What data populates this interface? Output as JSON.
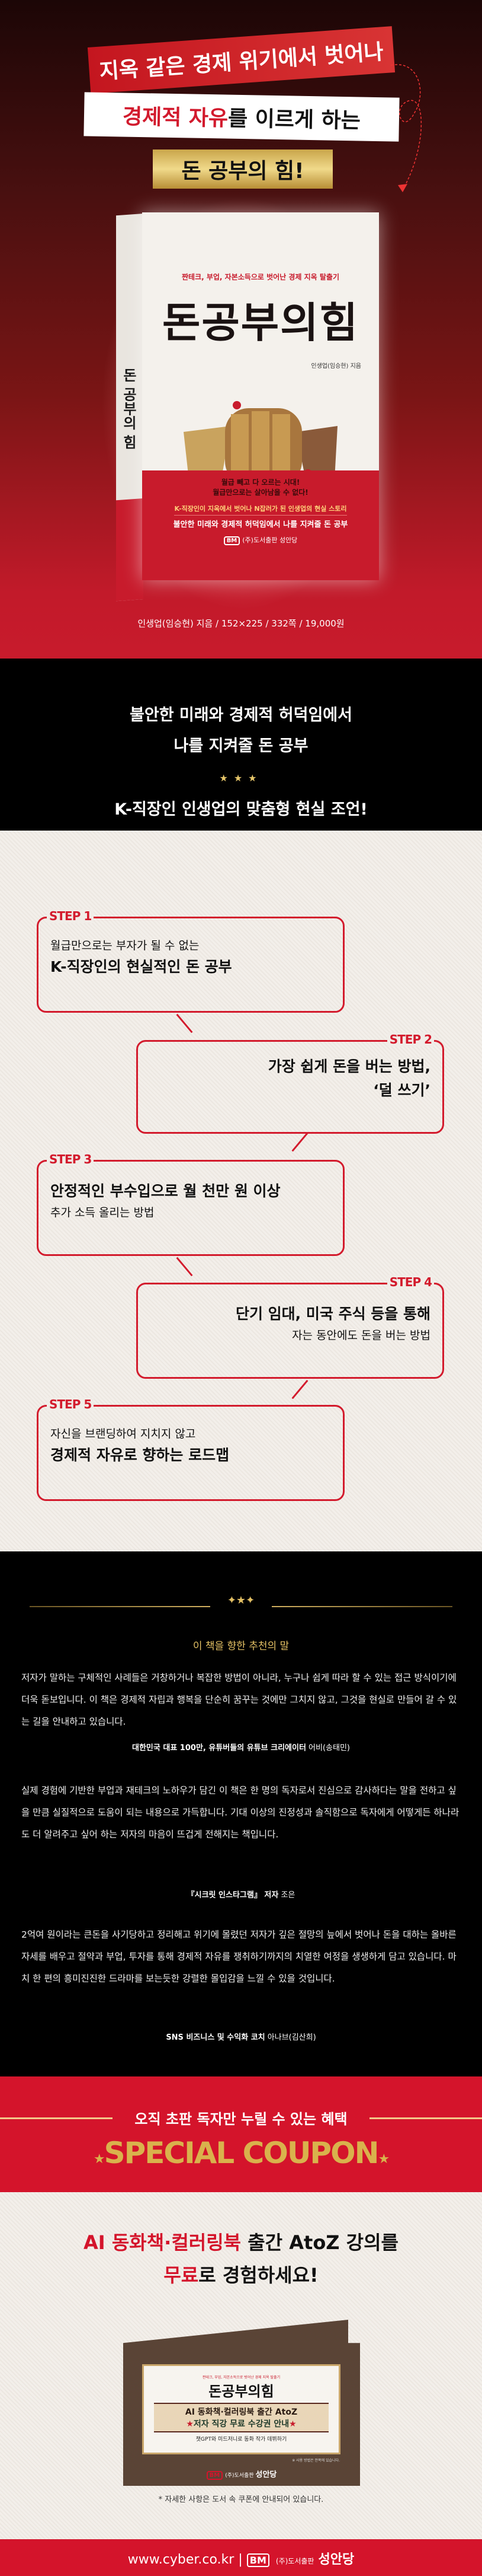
{
  "hero": {
    "banner1": "지옥 같은 경제 위기에서 벗어나",
    "banner2_red": "경제적 자유",
    "banner2_rest": "를 이르게 하는",
    "banner3": "돈 공부의 힘!",
    "book": {
      "tagline": "짠테크, 부업, 자본소득으로 벗어난 경제 지옥 탈출기",
      "title": "돈공부의힘",
      "spine_title": "돈 공부의 힘",
      "author": "인생업(임승현) 지음",
      "red_line1": "월급 빼고 다 오르는 시대!",
      "red_line2": "월급만으로는 살아남을 수 없다!",
      "red_line3": "K-직장인이 지옥에서 벗어나 N잡러가 된 인생업의 현실 스토리",
      "red_line4": "불안한 미래와 경제적 허덕임에서 나를 지켜줄 돈 공부",
      "publisher_logo": "BM",
      "publisher": "(주)도서출판 성안당"
    },
    "info": "인생업(임승현) 지음 / 152×225 / 332쪽 / 19,000원"
  },
  "intro": {
    "line1": "불안한 미래와 경제적 허덕임에서",
    "line2": "나를 지켜줄 돈 공부",
    "stars": "★★★",
    "line3": "K-직장인 인생업의 맞춤형 현실 조언!"
  },
  "steps": [
    {
      "label": "STEP 1",
      "line_a": "월급만으로는 부자가 될 수 없는",
      "line_b": "K-직장인의 현실적인 돈 공부"
    },
    {
      "label": "STEP 2",
      "line_b": "가장 쉽게 돈을 버는 방법,",
      "line_b2": "‘덜 쓰기’"
    },
    {
      "label": "STEP 3",
      "line_b": "안정적인 부수입으로 월 천만 원 이상",
      "line_a": "추가 소득 올리는 방법"
    },
    {
      "label": "STEP 4",
      "line_b": "단기 임대, 미국 주식 등을 통해",
      "line_a": "자는 동안에도 돈을 버는 방법"
    },
    {
      "label": "STEP 5",
      "line_a": "자신을 브랜딩하여 지치지 않고",
      "line_b": "경제적 자유로 향하는 로드맵"
    }
  ],
  "recommendations": {
    "title": "이 책을 향한 추천의 말",
    "items": [
      {
        "text": "저자가 말하는 구체적인 사례들은 거창하거나 복잡한 방법이 아니라, 누구나 쉽게 따라 할 수 있는 접근 방식이기에 더욱 돋보입니다. 이 책은 경제적 자립과 행복을 단순히 꿈꾸는 것에만 그치지 않고, 그것을 현실로 만들어 갈 수 있는 길을 안내하고 있습니다.",
        "role": "대한민국 대표 100만, 유튜버들의 유튜브 크리에이터",
        "name": "어비(송태민)"
      },
      {
        "text": "실제 경험에 기반한 부업과 재테크의 노하우가 담긴 이 책은 한 명의 독자로서 진심으로 감사하다는 말을 전하고 싶을 만큼 실질적으로 도움이 되는 내용으로 가득합니다. 기대 이상의 진정성과 솔직함으로 독자에게 어떻게든 하나라도 더 알려주고 싶어 하는 저자의 마음이 뜨겁게 전해지는 책입니다.",
        "role": "『시크릿 인스타그램』 저자",
        "name": "조은"
      },
      {
        "text": "2억여 원이라는 큰돈을 사기당하고 정리해고 위기에 몰렸던 저자가 깊은 절망의 늪에서 벗어나 돈을 대하는 올바른 자세를 배우고 절약과 부업, 투자를 통해 경제적 자유를 쟁취하기까지의 치열한 여정을 생생하게 담고 있습니다. 마치 한 편의 흥미진진한 드라마를 보는듯한 강렬한 몰입감을 느낄 수 있을 것입니다.",
        "role": "SNS 비즈니스 및 수익화 코치",
        "name": "아나브(김산희)"
      }
    ]
  },
  "coupon": {
    "subtitle": "오직 초판 독자만 누릴 수 있는 혜택",
    "title": "SPECIAL COUPON",
    "headline1_red": "AI 동화책·컬러링북",
    "headline1_rest": " 출간 AtoZ 강의를",
    "headline2_red": "무료",
    "headline2_rest": "로 경험하세요!",
    "card": {
      "tagline": "짠테크, 부업, 자본소득으로 벗어난 경제 지옥 탈출기",
      "title": "돈공부의힘",
      "band1": "AI 동화책·컬러링북 출간 AtoZ",
      "band2": "저자 직강 무료 수강권 안내",
      "sub": "챗GPT와 미드저니로 동화 작가 데뷔하기",
      "note": "※ 사용 방법은 안쪽에 있습니다.",
      "publisher_logo": "BM",
      "publisher_small": "(주)도서출판",
      "publisher_name": "성안당"
    },
    "note": "* 자세한 사항은 도서 속 쿠폰에 안내되어 있습니다."
  },
  "footer": {
    "url": "www.cyber.co.kr",
    "sep": "|",
    "logo": "BM",
    "publisher_small": "(주)도서출판",
    "publisher_name": "성안당"
  },
  "colors": {
    "red": "#d4142b",
    "gold": "#d9b24c",
    "black": "#000000"
  }
}
